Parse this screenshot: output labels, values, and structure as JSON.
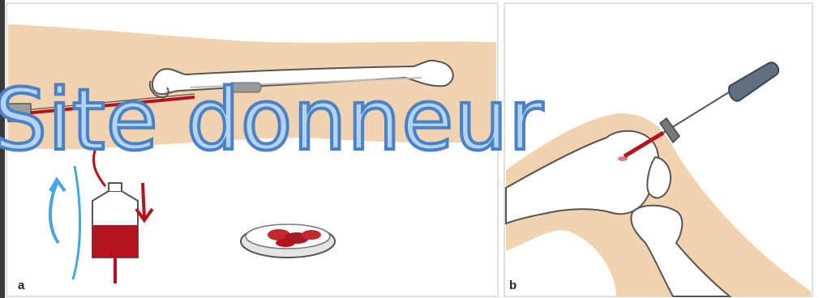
{
  "panels": {
    "a": {
      "label": "a"
    },
    "b": {
      "label": "b"
    }
  },
  "overlay": {
    "text": "Site donneur"
  },
  "colors": {
    "skin": "#f2d3b0",
    "bone": "#ffffff",
    "bone_outline": "#555555",
    "blood": "#b3131d",
    "arrow_blue": "#44a8dc",
    "overlay_fill": "#b3d3ef",
    "overlay_stroke": "#4a82c8"
  }
}
